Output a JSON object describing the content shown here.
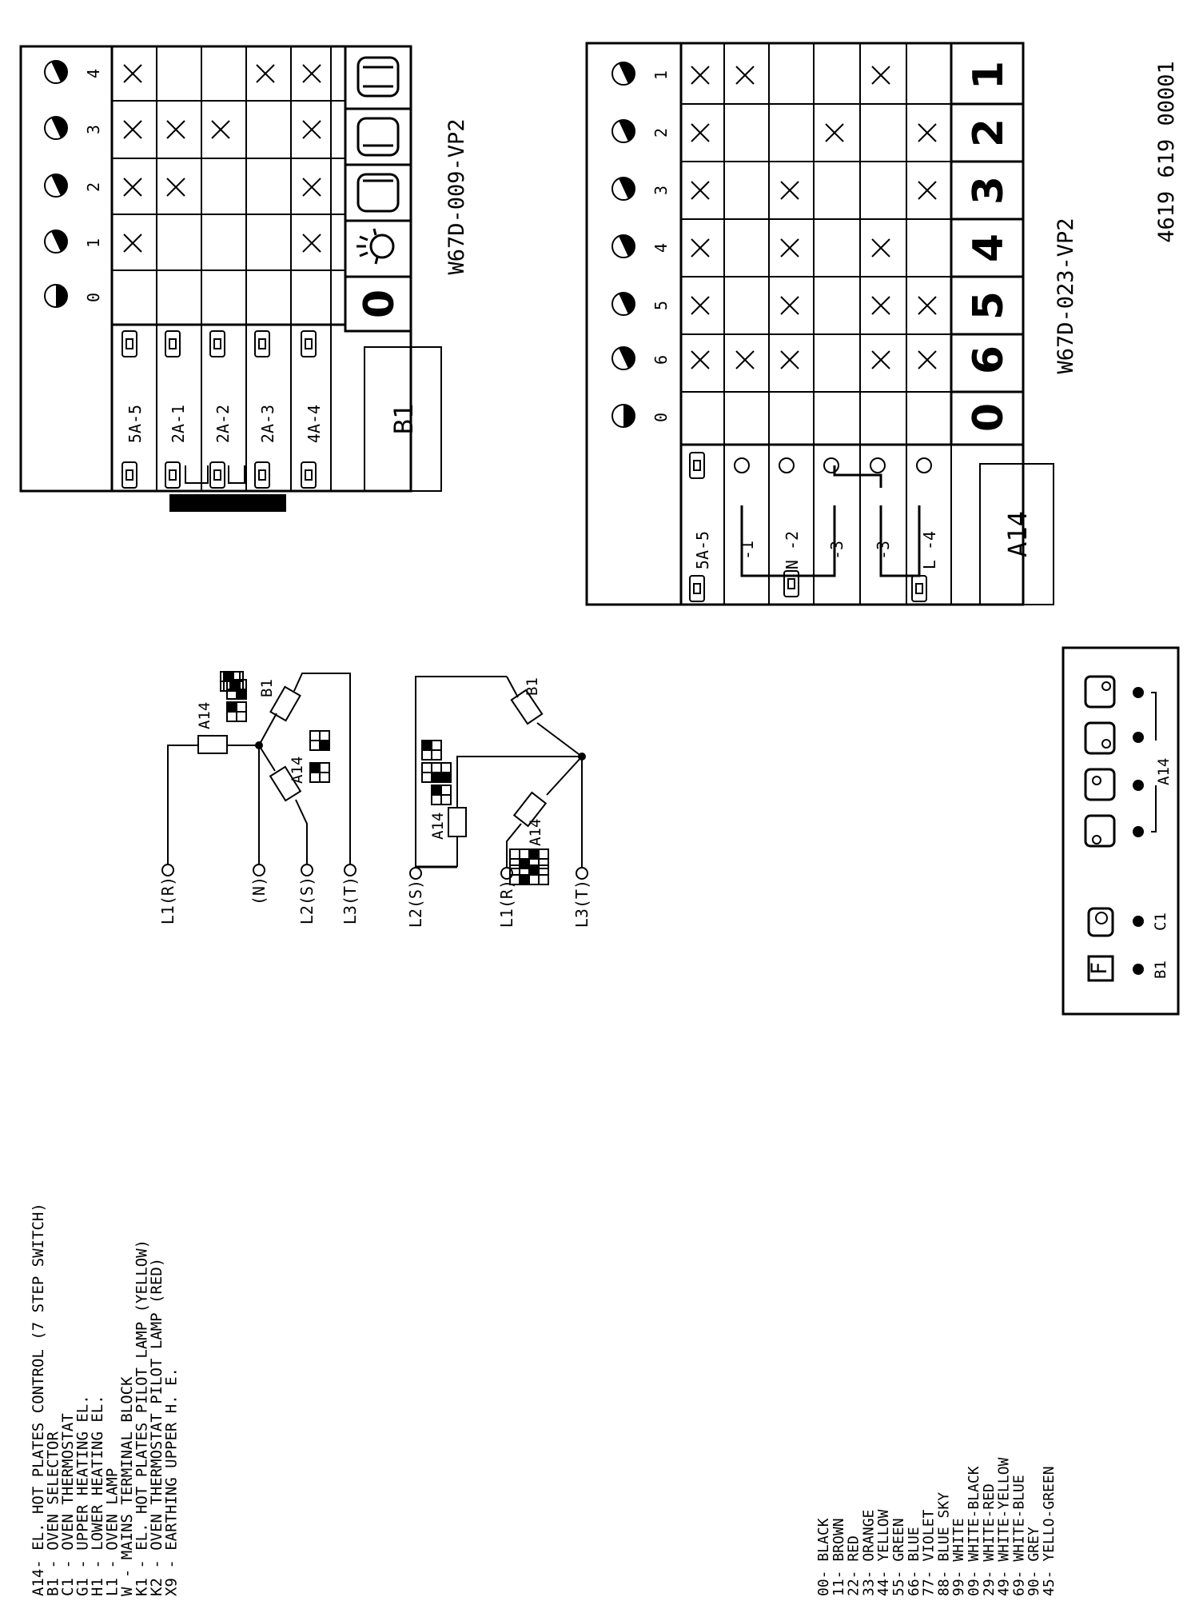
{
  "switch_b1": {
    "positions": [
      "0",
      "1",
      "2",
      "3",
      "4"
    ],
    "rows": [
      {
        "label": "5A-5",
        "marks": [
          false,
          true,
          true,
          true,
          true
        ]
      },
      {
        "label": "2A-1",
        "marks": [
          false,
          false,
          true,
          true,
          false
        ]
      },
      {
        "label": "2A-2",
        "marks": [
          false,
          false,
          false,
          true,
          false
        ]
      },
      {
        "label": "2A-3",
        "marks": [
          false,
          false,
          false,
          false,
          true
        ]
      },
      {
        "label": "4A-4",
        "marks": [
          false,
          true,
          true,
          true,
          true
        ]
      }
    ],
    "part_label": "B1",
    "code": "W67D-009-VP2",
    "position_symbol": "0"
  },
  "switch_a14": {
    "positions": [
      "0",
      "6",
      "5",
      "4",
      "3",
      "2",
      "1"
    ],
    "rows": [
      {
        "label": "5A-5",
        "marks": [
          false,
          true,
          true,
          true,
          true,
          true,
          true
        ]
      },
      {
        "label": "-1",
        "marks": [
          false,
          true,
          false,
          false,
          false,
          false,
          true
        ]
      },
      {
        "label": "N -2",
        "marks": [
          false,
          true,
          true,
          true,
          true,
          false,
          false
        ]
      },
      {
        "label": "-3",
        "marks": [
          false,
          false,
          false,
          false,
          false,
          true,
          false
        ]
      },
      {
        "label": "-3",
        "marks": [
          false,
          true,
          true,
          true,
          false,
          false,
          true
        ]
      },
      {
        "label": "L -4",
        "marks": [
          false,
          true,
          true,
          false,
          true,
          true,
          false
        ]
      }
    ],
    "step_numbers": [
      "0",
      "6",
      "5",
      "4",
      "3",
      "2",
      "1"
    ],
    "part_label": "A14",
    "code": "W67D-023-VP2"
  },
  "document_number": "4619 619 00001",
  "circuit_top": {
    "terminals": [
      "L1(R)",
      "(N)",
      "L2(S)",
      "L3(T)"
    ],
    "resistors": [
      "A14",
      "A14",
      "B1"
    ]
  },
  "circuit_bottom": {
    "terminals": [
      "L2(S)",
      "L1(R)",
      "L3(T)"
    ],
    "resistors": [
      "A14",
      "A14",
      "B1"
    ]
  },
  "panel": {
    "labels": [
      "B1",
      "C1",
      "A14"
    ],
    "box_letter": "F"
  },
  "legend": [
    "A14- EL. HOT PLATES CONTROL (7 STEP SWITCH)",
    "B1 - OVEN SELECTOR",
    "C1 - OVEN THERMOSTAT",
    "G1 - UPPER HEATING EL.",
    "H1 - LOWER HEATING EL.",
    "L1 - OVEN LAMP",
    "W - MAINS TERMINAL BLOCK",
    "K1 - EL. HOT PLATES PILOT LAMP (YELLOW)",
    "K2 - OVEN THERMOSTAT PILOT LAMP (RED)",
    "X9 - EARTHING UPPER H. E."
  ],
  "color_codes": [
    "00- BLACK",
    "11- BROWN",
    "22- RED",
    "33- ORANGE",
    "44- YELLOW",
    "55- GREEN",
    "66- BLUE",
    "77- VIOLET",
    "88- BLUE SKY",
    "99- WHITE",
    "09- WHITE-BLACK",
    "29- WHITE-RED",
    "49- WHITE-YELLOW",
    "69- WHITE-BLUE",
    "90- GREY",
    "45- YELLO-GREEN"
  ]
}
